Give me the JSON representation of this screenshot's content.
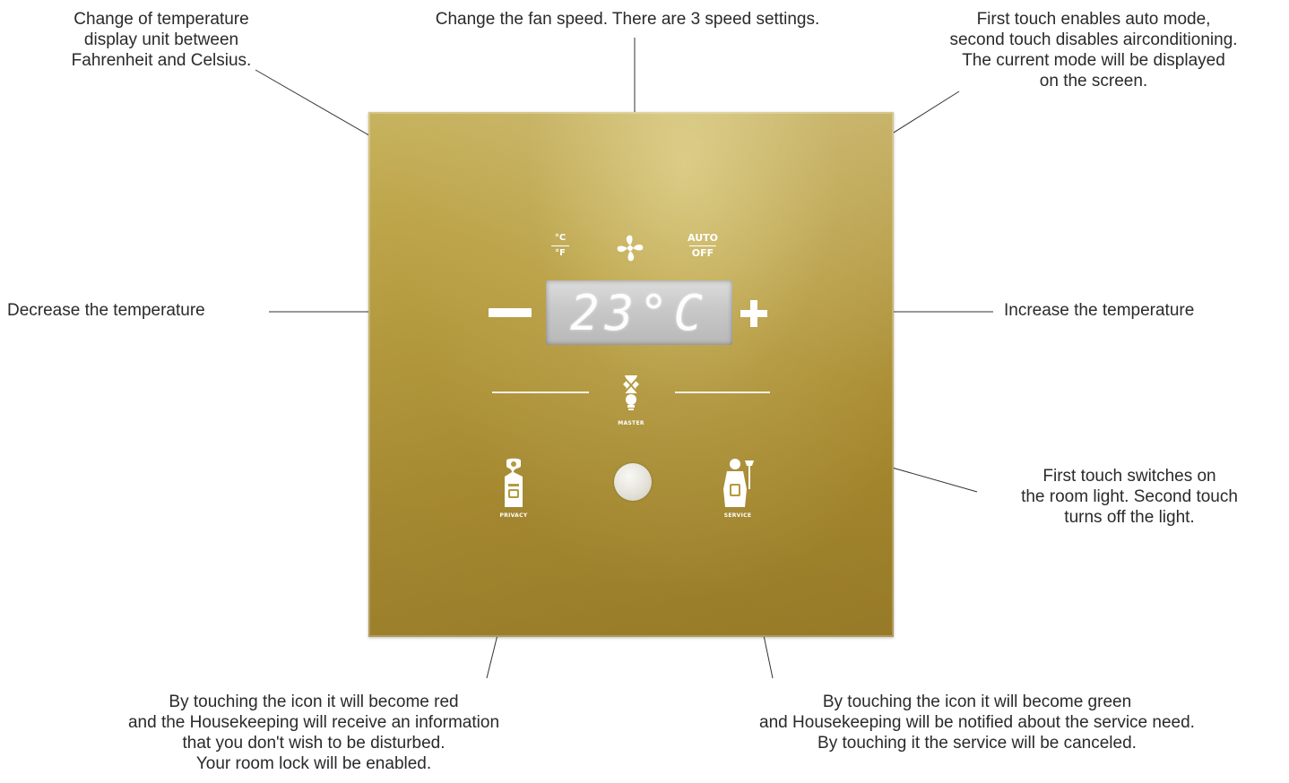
{
  "callouts": {
    "unit": [
      "Change of temperature",
      "display unit between",
      "Fahrenheit and Celsius."
    ],
    "fan": [
      "Change the fan speed. There are 3 speed settings."
    ],
    "auto": [
      "First touch enables auto mode,",
      "second touch disables airconditioning.",
      "The current mode will be displayed",
      "on the screen."
    ],
    "decrease": [
      "Decrease the temperature"
    ],
    "increase": [
      "Increase the temperature"
    ],
    "light": [
      "First touch switches on",
      "the room light. Second touch",
      "turns off the light."
    ],
    "privacy": [
      "By touching the icon it will become red",
      "and the Housekeeping will receive an information",
      "that you don't wish to be disturbed.",
      "Your room lock will be enabled."
    ],
    "service": [
      "By touching the icon it will become green",
      "and Housekeeping will be notified about the service need.",
      "By touching it the service will be canceled."
    ]
  },
  "panel": {
    "unit_top": "°C",
    "unit_bottom": "°F",
    "auto_top": "AUTO",
    "auto_bottom": "OFF",
    "display_value": "23°C",
    "master_label": "MASTER",
    "privacy_label": "PRIVACY",
    "service_label": "SERVICE",
    "icons": {
      "fan": "fan-icon",
      "minus": "minus-icon",
      "plus": "plus-icon",
      "master": "light-bulb-icon",
      "privacy": "door-hanger-icon",
      "service": "maid-icon"
    }
  },
  "colors": {
    "panel_gold": "#b59a3d",
    "display_silver": "#c8c8c8",
    "text": "#2a2a2a",
    "icon": "#ffffff"
  }
}
